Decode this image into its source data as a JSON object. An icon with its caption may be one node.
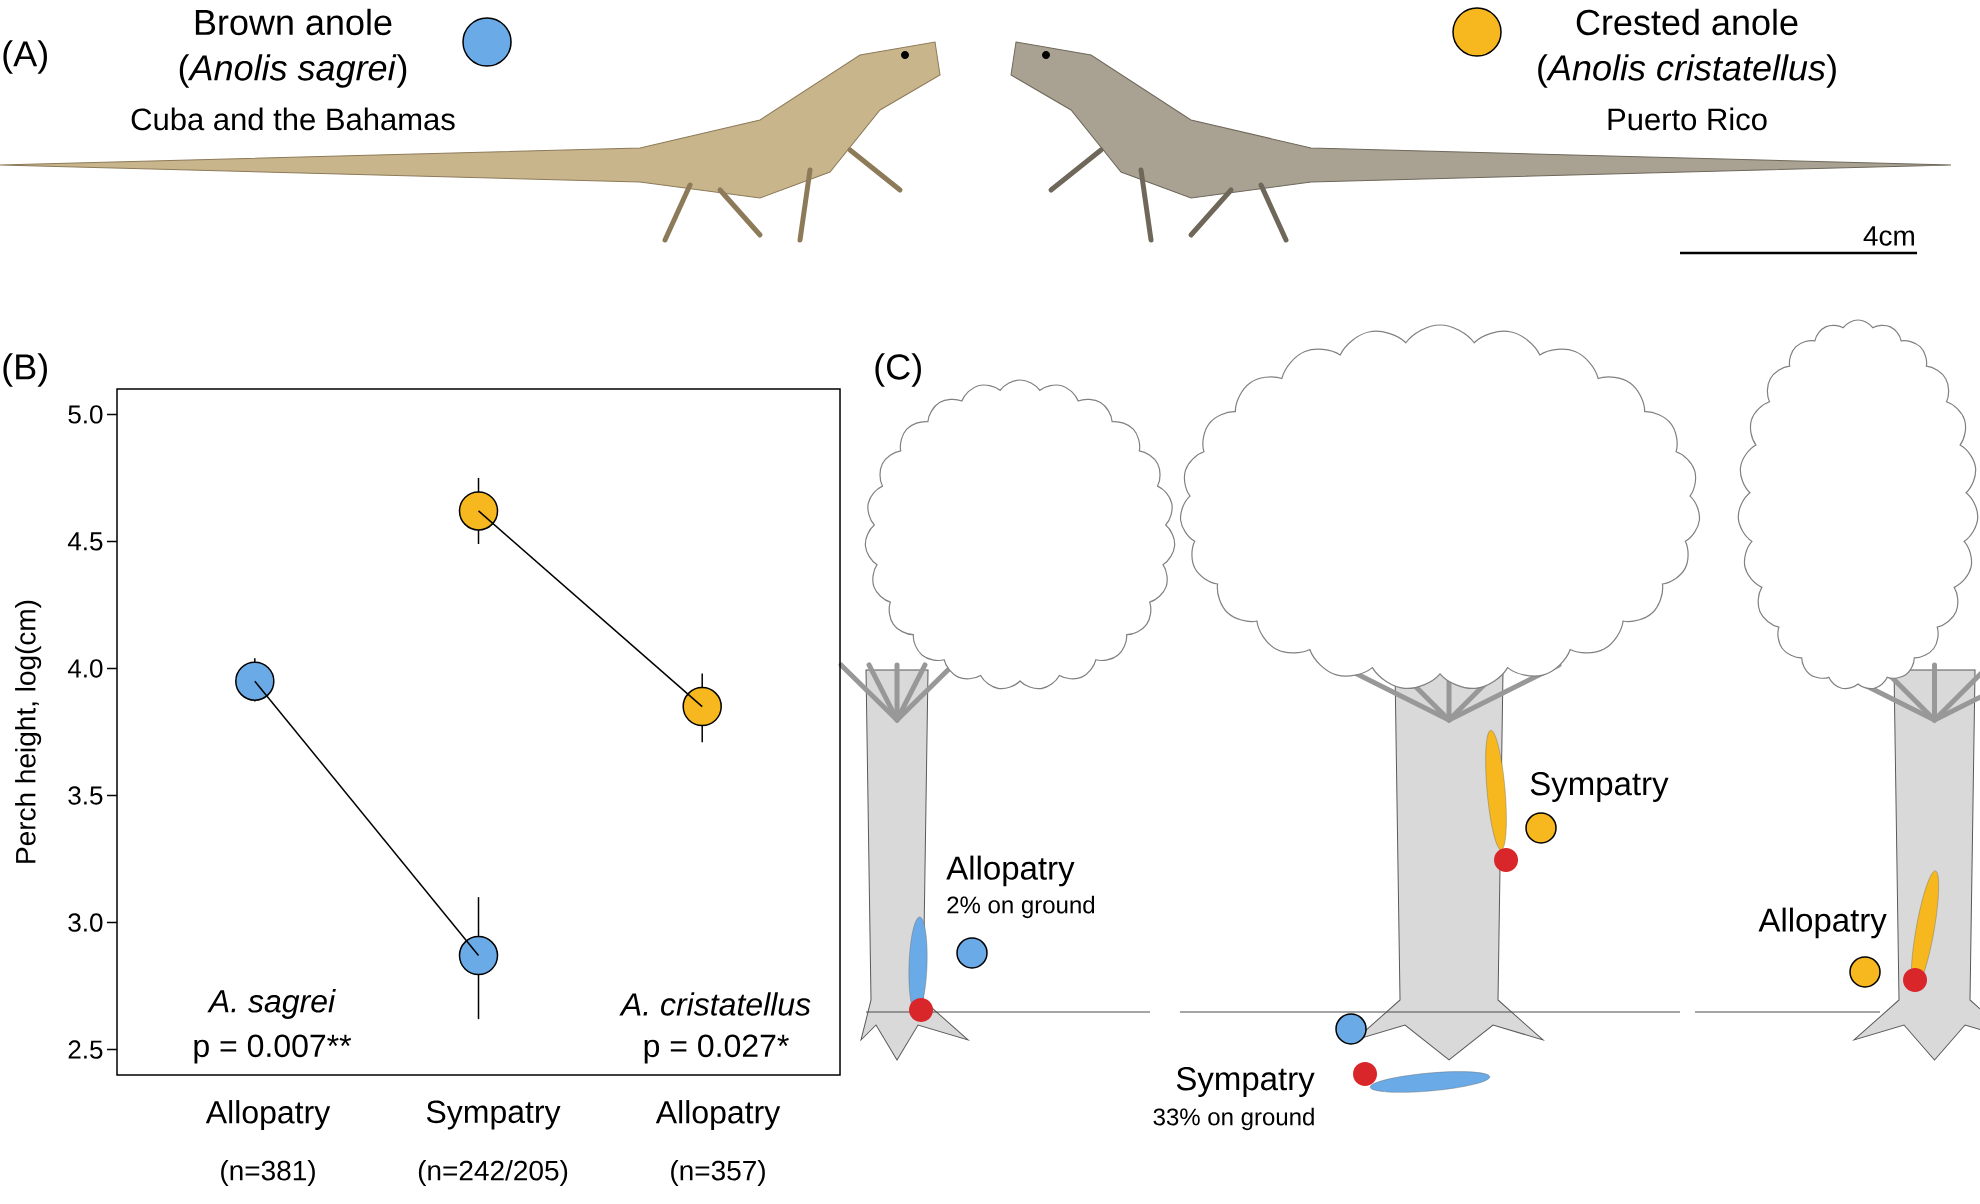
{
  "diagram": {
    "labels": [
      "(A)",
      "(*Anolis sagrei*)",
      "Cuba and the Bahamas",
      "(*Anolis cristatellus*)",
      "Puerto Rico",
      "4cm",
      "(B)",
      "(C)",
      "A. sagrei",
      "p = 0.007**",
      "A. cristatellus",
      "p = 0.027*",
      "(n=381)",
      "(n=242/205)",
      "(n=357)",
      "Sympatry",
      "Allopatry",
      "2% on ground",
      "Allopatry",
      "Sympatry",
      "33% on ground"
    ],
    "legend": [
      {
        "text": "Brown anole",
        "color": "#6aaae6"
      },
      {
        "text": "Crested anole",
        "color": "#f6b81e"
      }
    ],
    "chart_data": {
      "type": "line",
      "ylabel": "Perch height, log(cm)",
      "categories": [
        "Allopatry",
        "Sympatry",
        "Allopatry"
      ],
      "series": [
        {
          "color": "#6aaae6",
          "marker": "circle",
          "values": [
            3.95,
            2.87,
            null
          ],
          "errors": [
            [
              3.87,
              4.04
            ],
            [
              2.62,
              3.1
            ],
            null
          ]
        },
        {
          "color": "#f6b81e",
          "marker": "circle",
          "values": [
            null,
            4.62,
            3.85
          ],
          "errors": [
            null,
            [
              4.49,
              4.75
            ],
            [
              3.71,
              3.98
            ]
          ]
        }
      ],
      "ylim": [
        2.4,
        5.1
      ],
      "yticks": [
        {
          "value": 2.5,
          "label": "2.5"
        },
        {
          "value": 3.0,
          "label": "3.0"
        },
        {
          "value": 3.5,
          "label": "3.5"
        },
        {
          "value": 4.0,
          "label": "4.0"
        },
        {
          "value": 4.5,
          "label": "4.5"
        },
        {
          "value": 5.0,
          "label": "5.0"
        }
      ]
    }
  }
}
